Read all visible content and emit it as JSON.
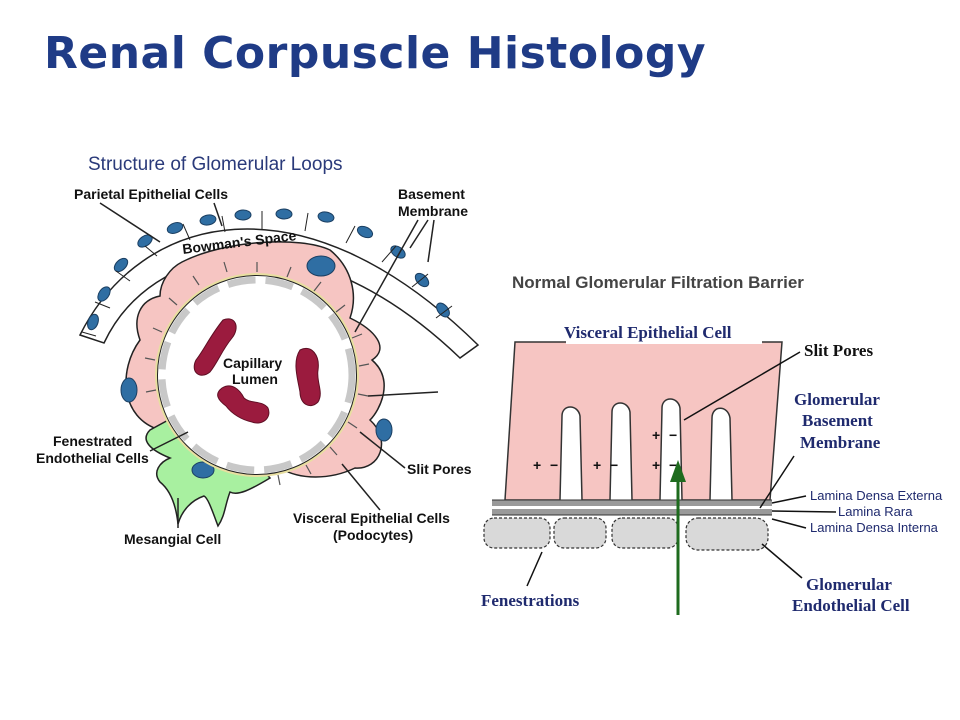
{
  "title": "Renal Corpuscle Histology",
  "left_diagram": {
    "heading": "Structure of Glomerular Loops",
    "labels": {
      "parietal": "Parietal Epithelial Cells",
      "basement_1": "Basement",
      "basement_2": "Membrane",
      "bowmans_space": "Bowman's Space",
      "capillary_1": "Capillary",
      "capillary_2": "Lumen",
      "fenestrated_1": "Fenestrated",
      "fenestrated_2": "Endothelial Cells",
      "slit_pores": "Slit Pores",
      "mesangial": "Mesangial Cell",
      "visceral_1": "Visceral Epithelial Cells",
      "visceral_2": "(Podocytes)"
    }
  },
  "right_diagram": {
    "heading": "Normal Glomerular Filtration Barrier",
    "labels": {
      "visceral_cell": "Visceral Epithelial Cell",
      "slit_pores": "Slit Pores",
      "gbm_1": "Glomerular",
      "gbm_2": "Basement",
      "gbm_3": "Membrane",
      "lamina_densa_externa": "Lamina  Densa Externa",
      "lamina_rara": "Lamina Rara",
      "lamina_densa_interna": "Lamina  Densa Interna",
      "fenestrations": "Fenestrations",
      "endo_1": "Glomerular",
      "endo_2": "Endothelial Cell",
      "charge_plus": "+",
      "charge_minus": "−"
    }
  },
  "colors": {
    "title": "#1f3b86",
    "podocyte_pink": "#f6c5c2",
    "nucleus_blue": "#2f6ea3",
    "rbc_maroon": "#9b1b3e",
    "mesangial_green": "#a8f0a0",
    "endothelial_gray": "#d9d9d9",
    "arrow_green": "#1e6b1e"
  }
}
